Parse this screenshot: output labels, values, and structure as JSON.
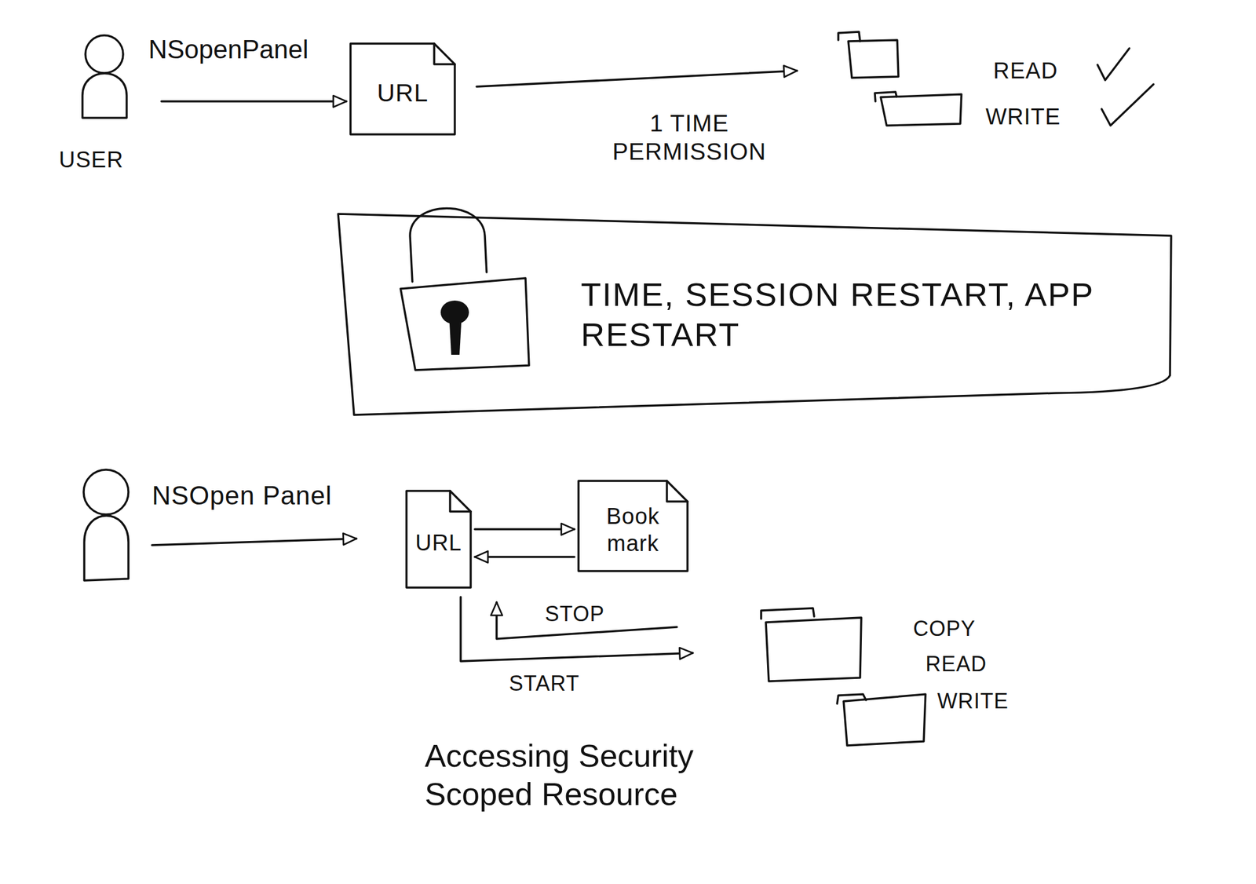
{
  "diagram": {
    "caption": "Accessing Security Scoped Resource",
    "nodes": [
      {
        "text": [
          "USER"
        ]
      },
      {
        "text": [
          "URL"
        ]
      },
      {
        "text": [
          "TIME, SESSION RESTART, APP RESTART"
        ]
      },
      {
        "text": [
          "URL"
        ]
      },
      {
        "text": [
          "Book mark"
        ]
      }
    ],
    "edges": [
      {
        "from": 0,
        "to": 1,
        "arrow": "to",
        "label": "NSopenPanel"
      },
      {
        "from": 3,
        "to": 4,
        "arrow": "to"
      },
      {
        "from": 4,
        "to": 3,
        "arrow": "to"
      }
    ],
    "labels": [
      "1 TIME PERMISSION",
      "READ",
      "WRITE",
      "NSOpen Panel",
      "STOP",
      "START",
      "COPY",
      "READ",
      "WRITE"
    ]
  }
}
